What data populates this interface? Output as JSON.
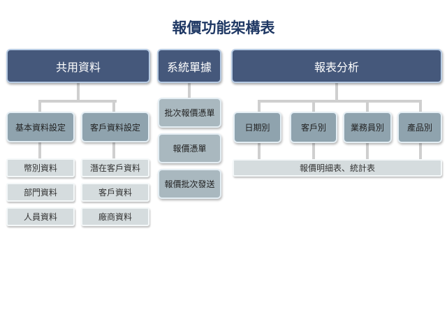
{
  "title": "報價功能架構表",
  "shared": {
    "label": "共用資料",
    "groups": [
      {
        "label": "基本資料設定",
        "items": [
          "幣別資料",
          "部門資料",
          "人員資料"
        ]
      },
      {
        "label": "客戶資料設定",
        "items": [
          "潛在客戶資料",
          "客戶資料",
          "廠商資料"
        ]
      }
    ]
  },
  "system": {
    "label": "系統單據",
    "items": [
      "批次報價憑單",
      "報價憑單",
      "報價批次發送"
    ]
  },
  "reports": {
    "label": "報表分析",
    "groups": [
      "日期別",
      "客戶別",
      "業務員別",
      "產品別"
    ],
    "output": "報價明細表、統計表"
  }
}
